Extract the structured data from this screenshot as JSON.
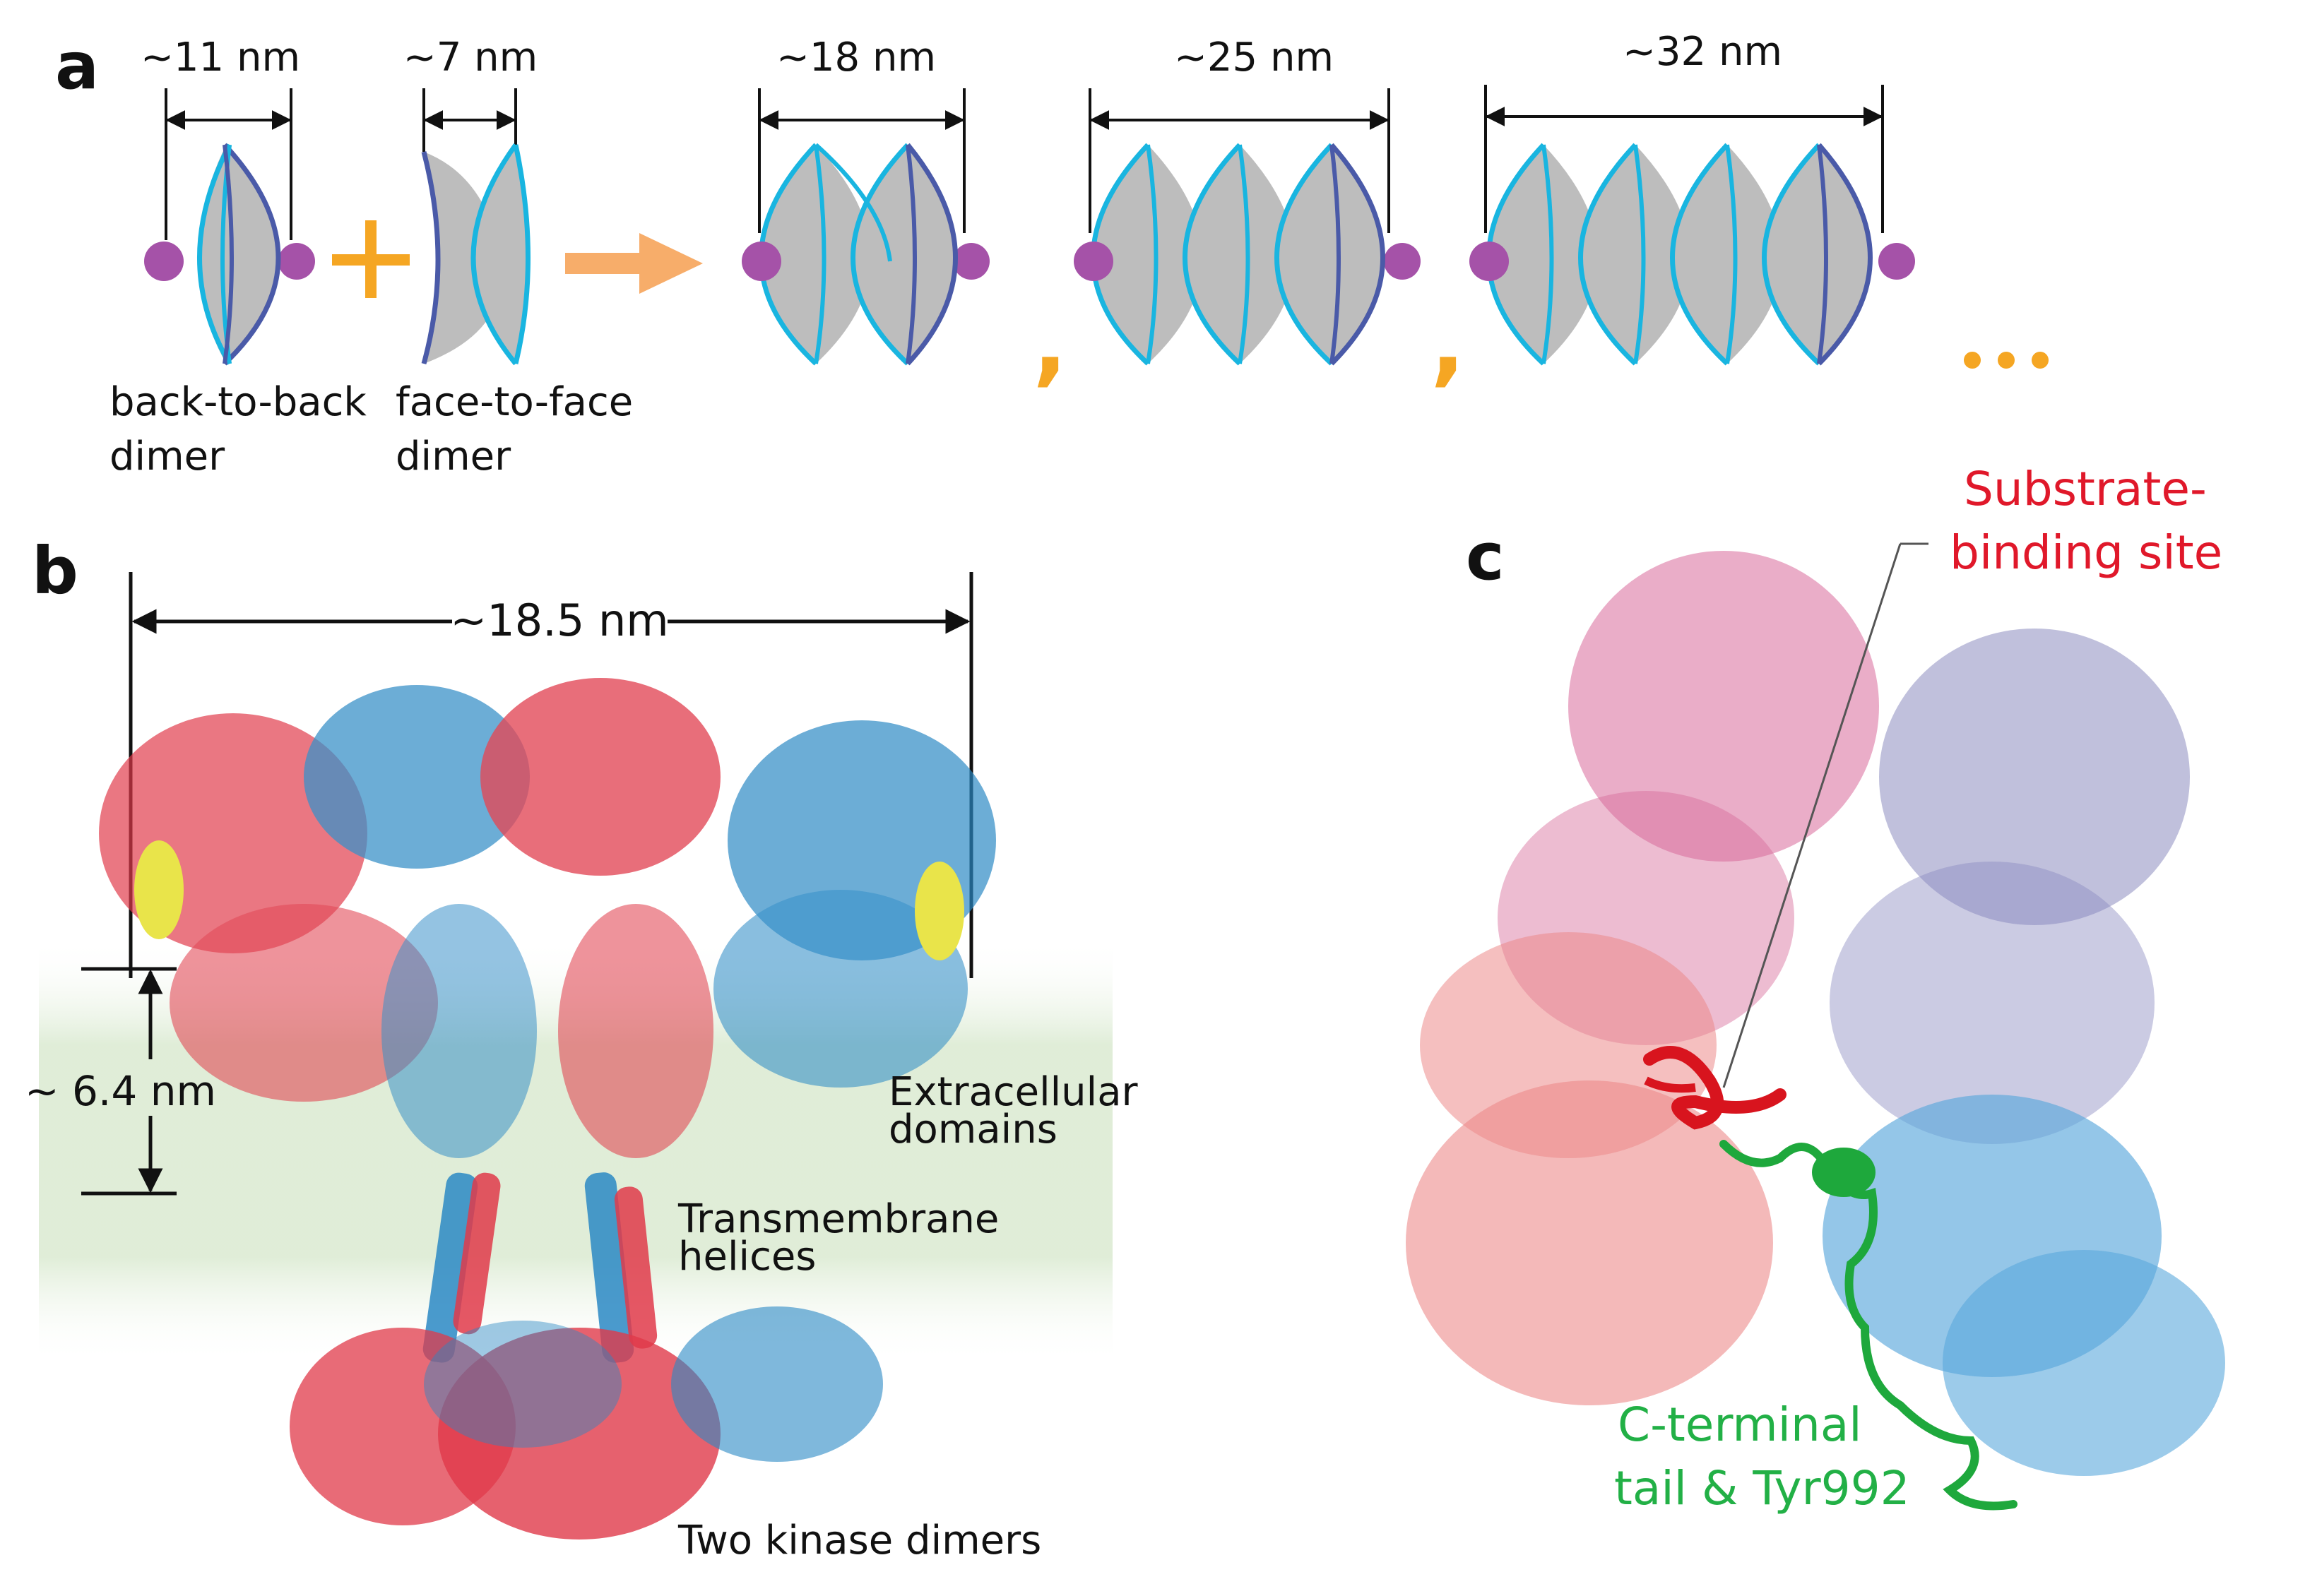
{
  "panels": {
    "a": {
      "label": "a",
      "dims": [
        "~11 nm",
        "~7 nm",
        "~18 nm",
        "~25 nm",
        "~32 nm"
      ],
      "plus": "+",
      "commas": [
        ",",
        ","
      ],
      "ellipsis": "…",
      "captions": {
        "back_to_back": [
          "back-to-back",
          "dimer"
        ],
        "face_to_face": [
          "face-to-face",
          "dimer"
        ]
      }
    },
    "b": {
      "label": "b",
      "width_dim": "~18.5 nm",
      "height_dim": "~ 6.4 nm",
      "annotations": {
        "extracellular": [
          "Extracellular",
          "domains"
        ],
        "transmembrane": [
          "Transmembrane",
          "helices"
        ],
        "kinase": "Two kinase dimers"
      }
    },
    "c": {
      "label": "c",
      "substrate": [
        "Substrate-",
        "binding site"
      ],
      "tail": [
        "C-terminal",
        "tail & Tyr992"
      ]
    }
  },
  "colors": {
    "lens_fill": "#bdbdbd",
    "lens_edge_cyan": "#19b5e0",
    "lens_edge_navy": "#4a5aa8",
    "bead": "#a552a8",
    "orange": "#f5a623",
    "arrow": "#f7ad6a",
    "red_protein": "#e03a4a",
    "blue_protein": "#2a88c4",
    "yellow": "#e8e23a",
    "membrane": "#dcebd3",
    "pink_protein": "#d86a9a",
    "lavender_protein": "#8c8cc0",
    "salmon_protein": "#ec8a8a",
    "light_blue_protein": "#5aa8dc",
    "substrate_red": "#d8141e",
    "tail_green": "#1ea83c"
  }
}
